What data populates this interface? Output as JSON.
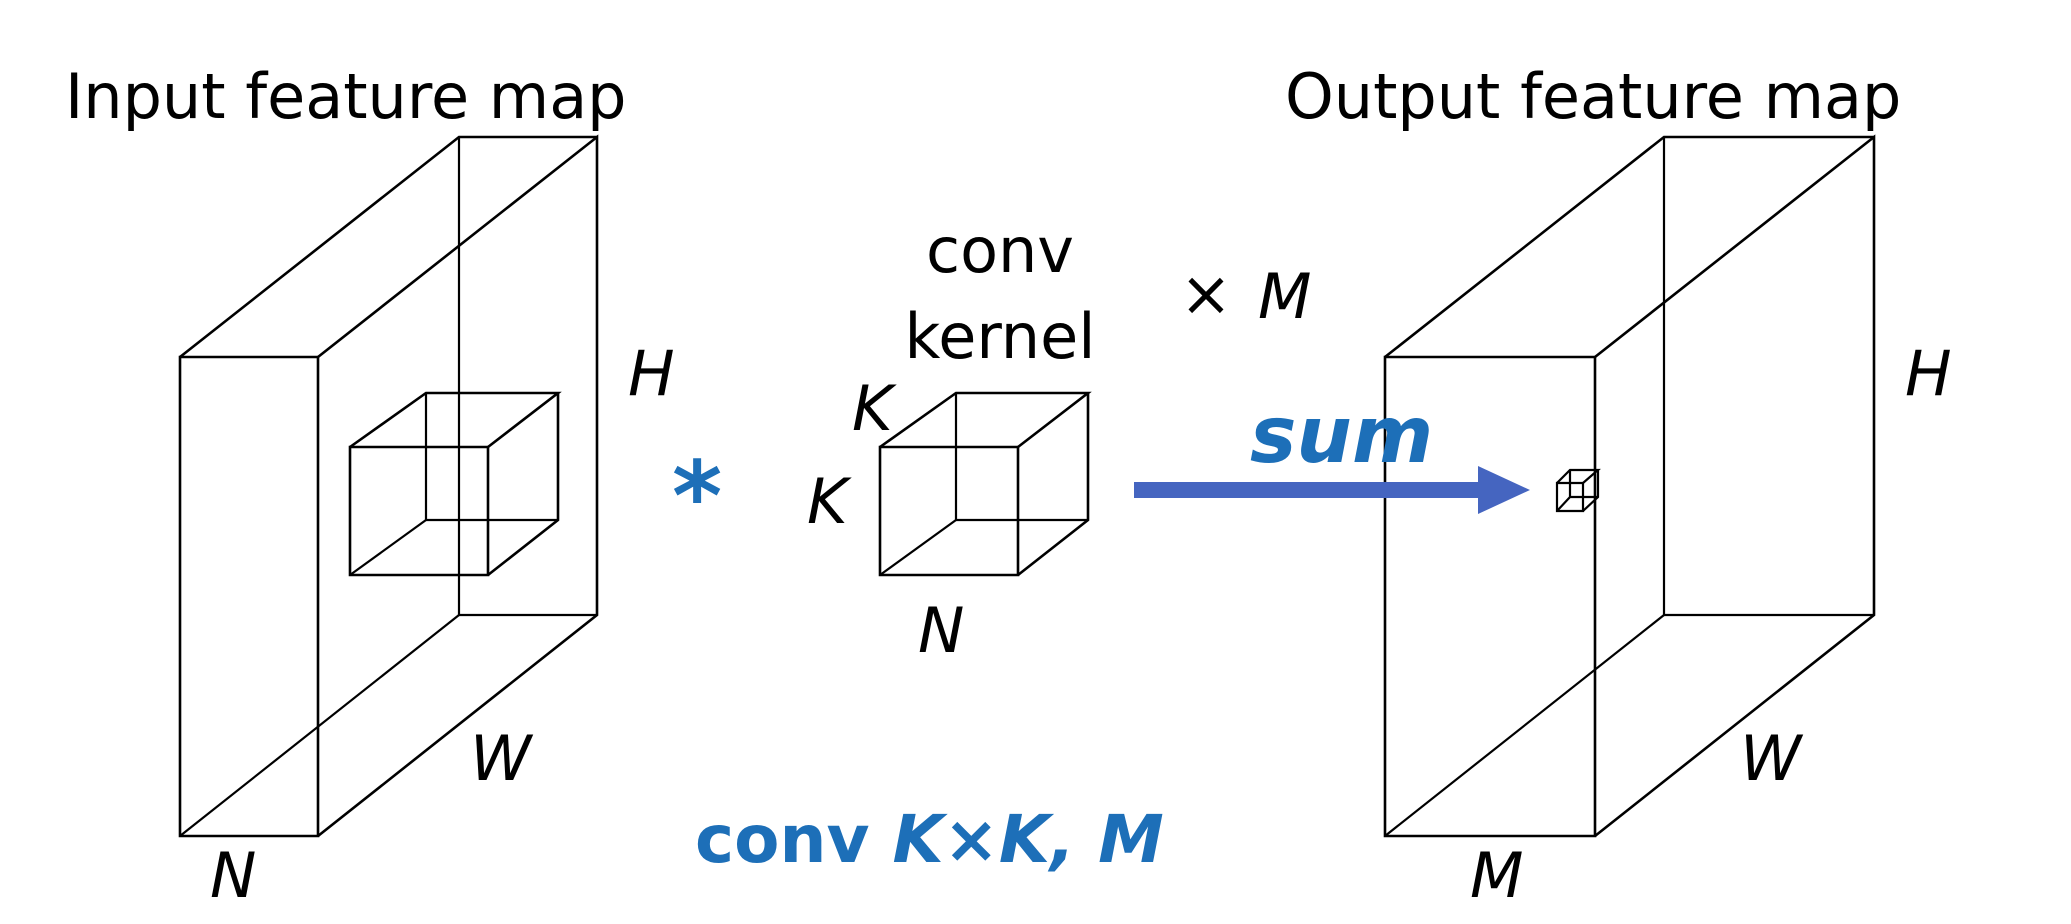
{
  "input_title": "Input feature map",
  "output_title": "Output feature map",
  "input_dims": {
    "height": "H",
    "width": "W",
    "channels": "N"
  },
  "kernel": {
    "label_line1": "conv",
    "label_line2": "kernel",
    "size_a": "K",
    "size_b": "K",
    "channels": "N"
  },
  "operator": "*",
  "times_m": {
    "symbol": "×",
    "count": "M"
  },
  "sum_label": "sum",
  "output_dims": {
    "height": "H",
    "width": "W",
    "channels": "M"
  },
  "caption": {
    "prefix": "conv ",
    "formula": "K×K, M"
  },
  "colors": {
    "accent": "#1d6fb8",
    "arrow": "#4565c0",
    "line": "#000000"
  }
}
